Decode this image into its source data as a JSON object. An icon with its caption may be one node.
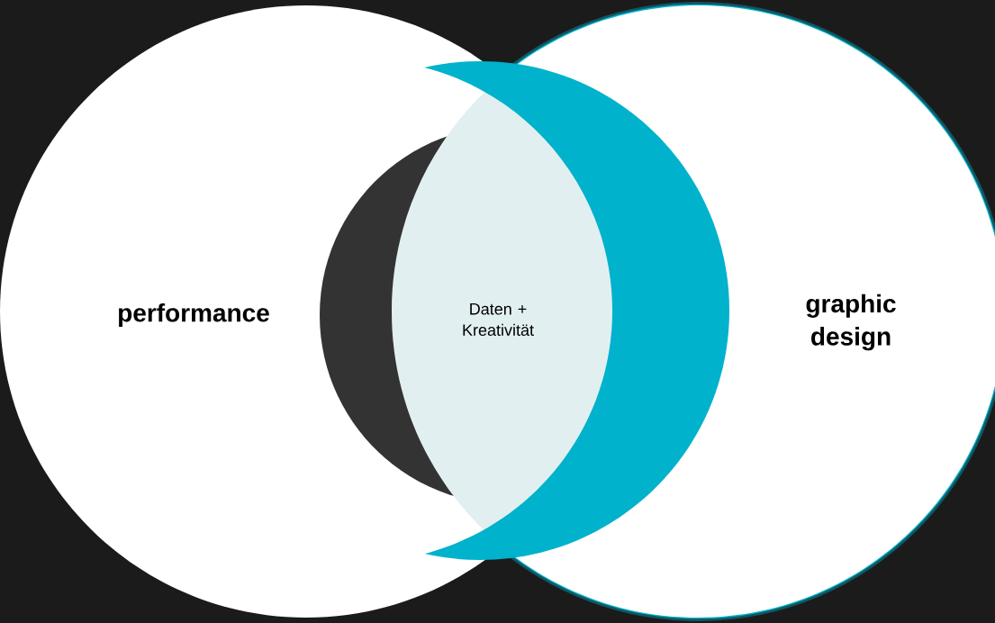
{
  "diagram": {
    "nodes": [
      {
        "text": [
          "performance"
        ]
      },
      {
        "text": [
          "graphic design"
        ]
      },
      {
        "text": [
          "Daten + Kreativität"
        ]
      }
    ]
  }
}
